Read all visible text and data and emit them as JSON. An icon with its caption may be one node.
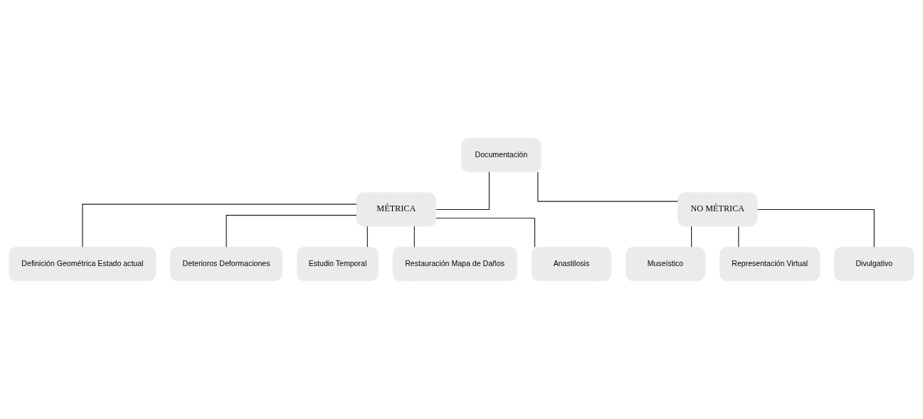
{
  "diagram": {
    "nodes": [
      {
        "text": [
          "Documentación"
        ]
      },
      {
        "text": [
          "MÉTRICA"
        ]
      },
      {
        "text": [
          "Definición Geométrica Estado actual"
        ]
      },
      {
        "text": [
          "Deterioros Deformaciones"
        ]
      },
      {
        "text": [
          "Estudio Temporal"
        ]
      },
      {
        "text": [
          "Restauración Mapa de Daños"
        ]
      },
      {
        "text": [
          "Anastilosis"
        ]
      },
      {
        "text": [
          "NO MÉTRICA"
        ]
      },
      {
        "text": [
          "Museístico"
        ]
      },
      {
        "text": [
          "Representación Virtual"
        ]
      },
      {
        "text": [
          "Divulgativo"
        ]
      }
    ],
    "edges": [
      {
        "from": 0,
        "to": 1,
        "arrow": "none"
      },
      {
        "from": 1,
        "to": 2,
        "arrow": "none"
      },
      {
        "from": 1,
        "to": 3,
        "arrow": "none"
      },
      {
        "from": 1,
        "to": 4,
        "arrow": "none"
      },
      {
        "from": 1,
        "to": 5,
        "arrow": "none"
      },
      {
        "from": 1,
        "to": 6,
        "arrow": "none"
      },
      {
        "from": 0,
        "to": 7,
        "arrow": "none"
      },
      {
        "from": 7,
        "to": 8,
        "arrow": "none"
      },
      {
        "from": 7,
        "to": 9,
        "arrow": "none"
      },
      {
        "from": 7,
        "to": 10,
        "arrow": "none"
      }
    ]
  }
}
